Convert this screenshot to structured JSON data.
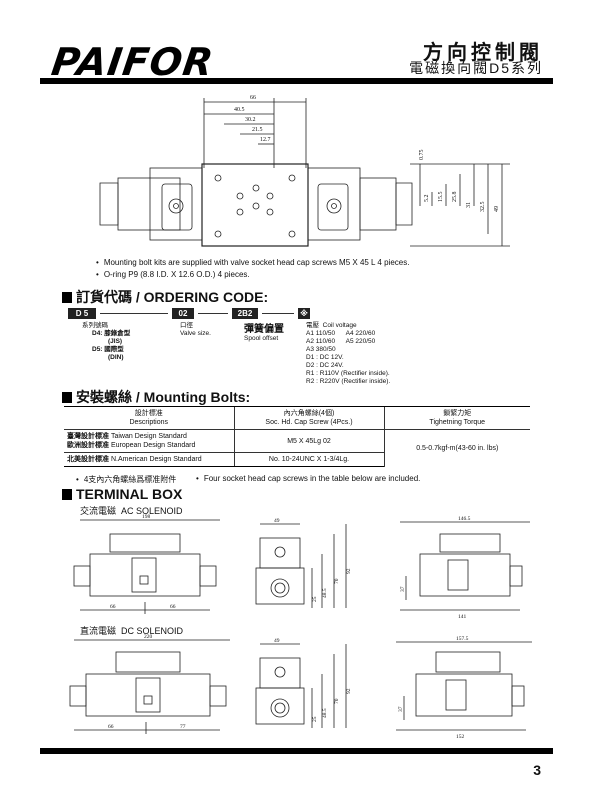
{
  "header": {
    "logo_text": "PAIFOR",
    "title_zh": "方向控制閥",
    "subtitle_zh": "電磁換向閥D5系列"
  },
  "main_drawing": {
    "dims_top": [
      "66",
      "40.5",
      "30.2",
      "21.5",
      "12.7"
    ],
    "dims_right": [
      "0.75",
      "5.2",
      "15.5",
      "25.8",
      "31",
      "32.5",
      "49"
    ]
  },
  "notes": [
    "Mounting bolt kits are supplied with valve socket head cap screws M5 X 45 L 4 pieces.",
    "O-ring P9 (8.8 I.D. X 12.6 O.D.) 4 pieces."
  ],
  "ordering": {
    "heading": "訂貨代碼 / ORDERING CODE:",
    "codes": [
      "D 5",
      "02",
      "2B2",
      "※"
    ],
    "series": {
      "label": "系列號碼",
      "d4": "D4: 膝錄倉型",
      "d4_std": "(JIS)",
      "d5": "D5: 國際型",
      "d5_std": "(DIN)"
    },
    "valve_size": {
      "zh": "口徑",
      "en": "Valve size."
    },
    "spool": {
      "zh": "彈簧偏置",
      "en": "Spool offset"
    },
    "coil": {
      "zh": "電壓",
      "en": "Coil voltage",
      "options_left": [
        "A1 110/50",
        "A2 110/60",
        "A3 380/50",
        "D1 : DC 12V.",
        "D2 : DC 24V.",
        "R1 : R110V (Rectifier inside).",
        "R2 : R220V (Rectifier inside)."
      ],
      "options_right": [
        "A4 220/60",
        "A5 220/50"
      ]
    }
  },
  "bolts": {
    "heading": "安裝螺絲 / Mounting Bolts:",
    "columns": [
      {
        "zh": "設計標准",
        "en": "Descriptions"
      },
      {
        "zh": "內六角螺絲(4個)",
        "en": "Soc. Hd. Cap Screw (4Pcs.)"
      },
      {
        "zh": "鎖緊力矩",
        "en": "Tighetning Torque"
      }
    ],
    "rows": [
      {
        "zh": "臺灣設計標准",
        "en": "Taiwan Design Standard"
      },
      {
        "zh": "歐洲設計標准",
        "en": "European Design Standard"
      },
      {
        "zh": "北美設計標准",
        "en": "N.American Design Standard"
      }
    ],
    "screw_metric": "M5 X 45Lg 02",
    "screw_unc": "No. 10-24UNC X 1-3/4Lg.",
    "torque": "0.5-0.7kgf-m(43-60 in. lbs)",
    "footnote_zh": "4支內六角螺絲爲標准附件",
    "footnote_en": "Four socket head cap screws in the table below are included."
  },
  "terminal": {
    "heading": "TERMINAL BOX",
    "ac": {
      "zh": "交流電磁",
      "en": "AC SOLENOID",
      "dims": [
        "198",
        "66",
        "66",
        "49",
        "25",
        "48.5",
        "70",
        "92",
        "146.5",
        "37",
        "141"
      ]
    },
    "dc": {
      "zh": "直流電磁",
      "en": "DC SOLENOID",
      "dims": [
        "220",
        "66",
        "77",
        "49",
        "25",
        "48.5",
        "70",
        "92",
        "157.5",
        "37",
        "152"
      ]
    }
  },
  "page_number": "3"
}
